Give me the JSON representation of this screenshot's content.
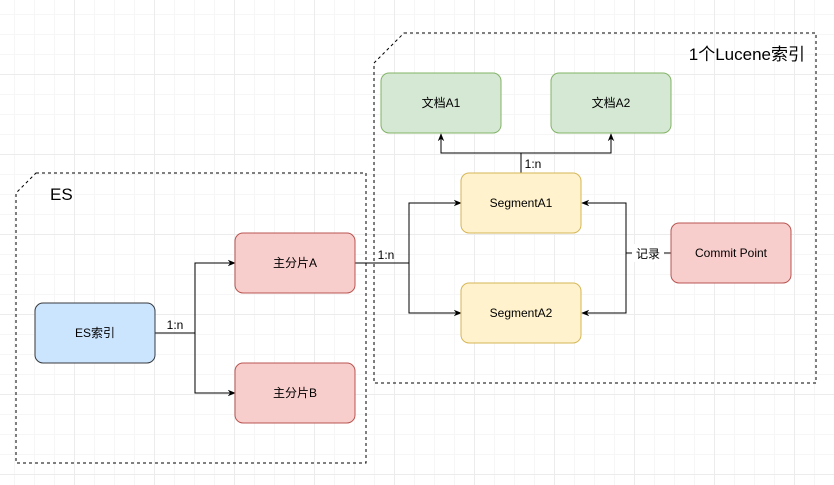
{
  "groups": {
    "es": {
      "title": "ES"
    },
    "lucene": {
      "title": "1个Lucene索引"
    }
  },
  "nodes": {
    "es_index": {
      "label": "ES索引"
    },
    "shard_a": {
      "label": "主分片A"
    },
    "shard_b": {
      "label": "主分片B"
    },
    "segment_a1": {
      "label": "SegmentA1"
    },
    "segment_a2": {
      "label": "SegmentA2"
    },
    "doc_a1": {
      "label": "文档A1"
    },
    "doc_a2": {
      "label": "文档A2"
    },
    "commit_point": {
      "label": "Commit Point"
    }
  },
  "edges": {
    "es_to_shards": {
      "label": "1:n"
    },
    "shard_to_segments": {
      "label": "1:n"
    },
    "segment_to_docs": {
      "label": "1:n"
    },
    "commit_to_segments": {
      "label": "记录"
    }
  },
  "colors": {
    "blue_fill": "#cce5ff",
    "blue_stroke": "#36393d",
    "red_fill": "#f8cecc",
    "red_stroke": "#b85450",
    "yellow_fill": "#fff2cc",
    "yellow_stroke": "#d6b656",
    "green_fill": "#d5e8d4",
    "green_stroke": "#82b366"
  }
}
